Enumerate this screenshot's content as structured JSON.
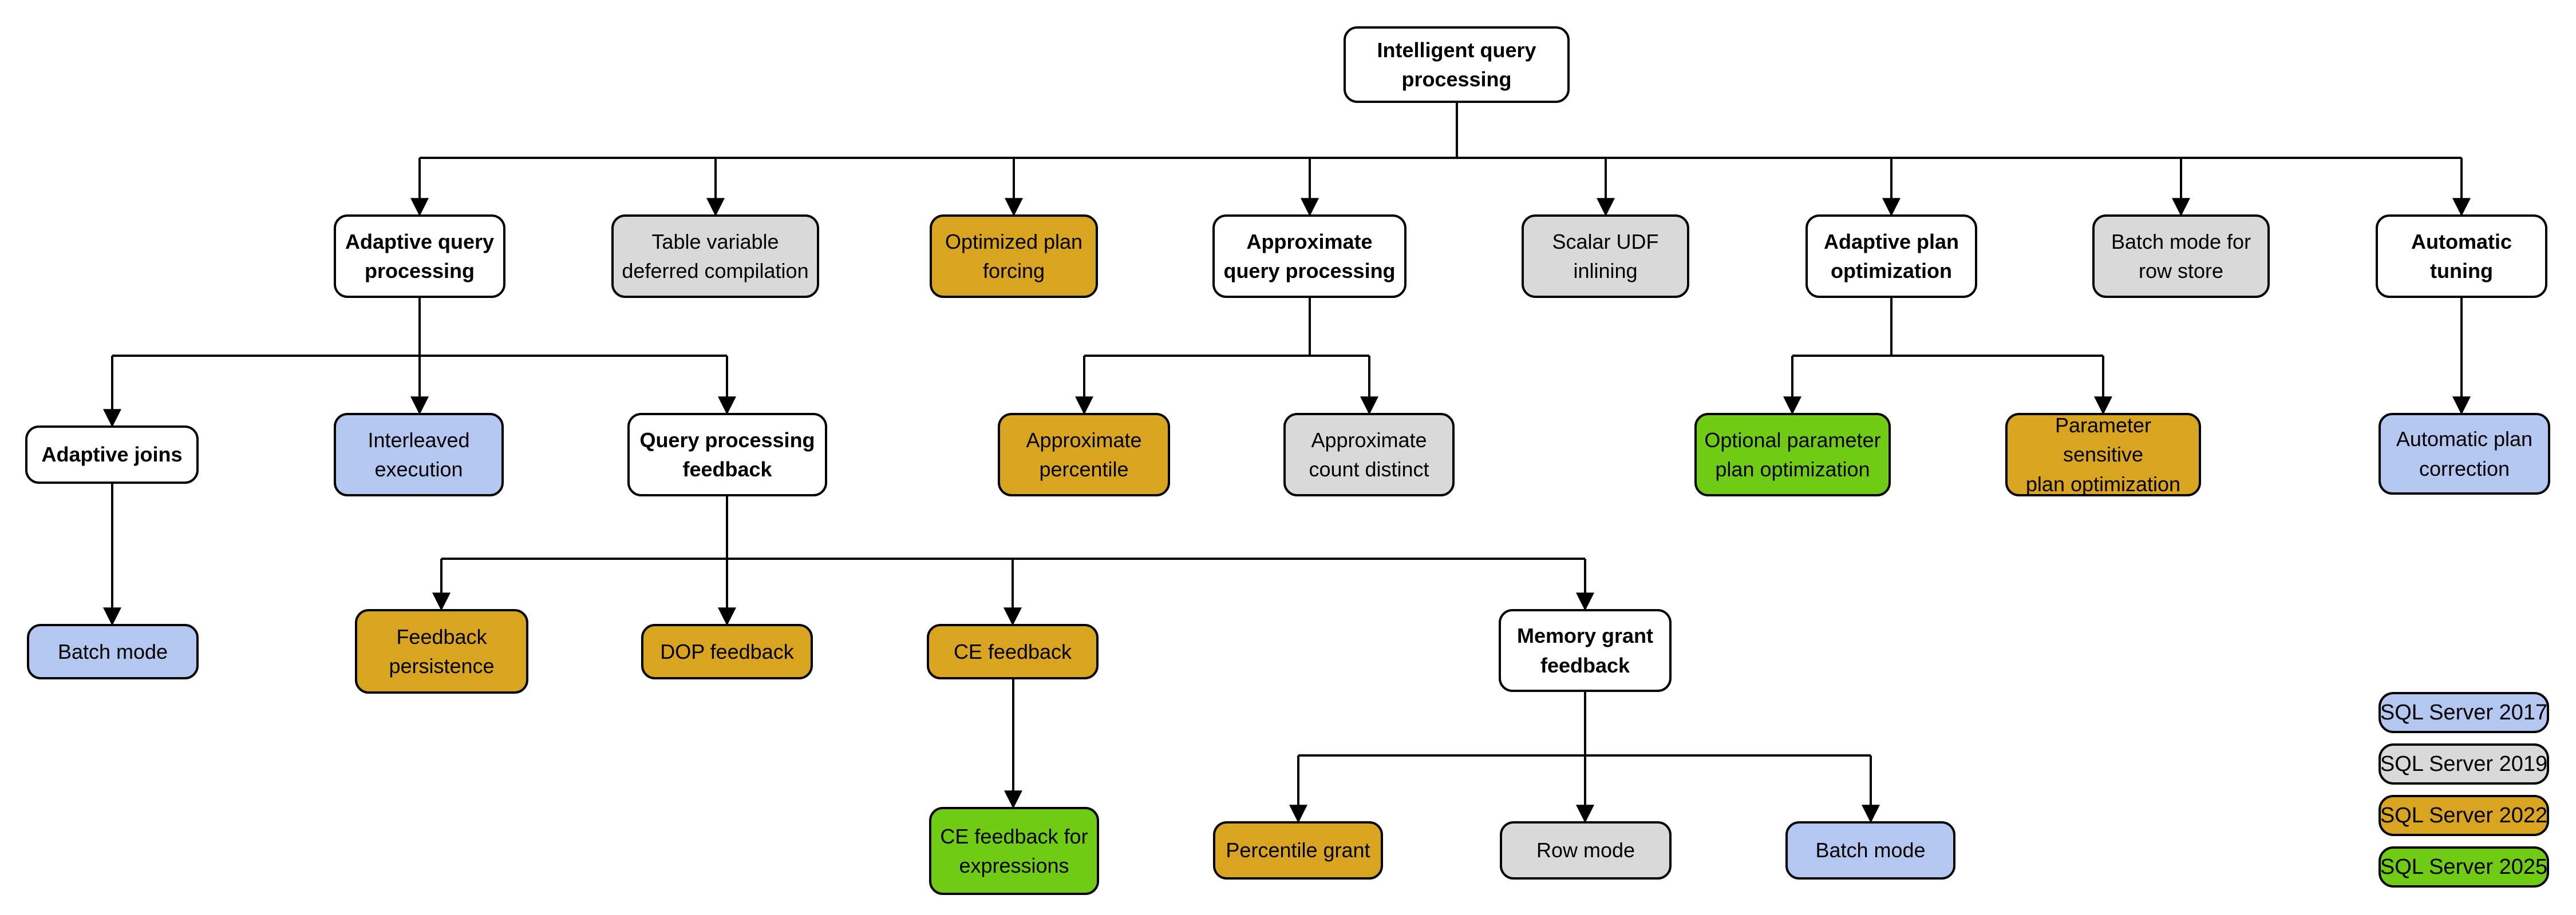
{
  "palette": {
    "category_white": "#FFFFFF",
    "sql_server_2017_blue": "#B3C7F0",
    "sql_server_2019_gray": "#D9D9D9",
    "sql_server_2022_gold": "#D9A521",
    "sql_server_2025_green": "#6FCB13",
    "line_black": "#000000",
    "background": "#FFFFFF"
  },
  "nodes": [
    {
      "id": "intelligent-query-processing",
      "label": "Intelligent query\nprocessing",
      "fill": "#FFFFFF"
    },
    {
      "id": "adaptive-query-processing",
      "label": "Adaptive query\nprocessing",
      "fill": "#FFFFFF"
    },
    {
      "id": "table-variable-deferred-compilation",
      "label": "Table variable\ndeferred compilation",
      "fill": "#D9D9D9"
    },
    {
      "id": "optimized-plan-forcing",
      "label": "Optimized plan\nforcing",
      "fill": "#D9A521"
    },
    {
      "id": "approximate-query-processing",
      "label": "Approximate\nquery processing",
      "fill": "#FFFFFF"
    },
    {
      "id": "scalar-udf-inlining",
      "label": "Scalar UDF\ninlining",
      "fill": "#D9D9D9"
    },
    {
      "id": "adaptive-plan-optimization",
      "label": "Adaptive plan\noptimization",
      "fill": "#FFFFFF"
    },
    {
      "id": "batch-mode-for-row-store",
      "label": "Batch mode for\nrow store",
      "fill": "#D9D9D9"
    },
    {
      "id": "automatic-tuning",
      "label": "Automatic\ntuning",
      "fill": "#FFFFFF"
    },
    {
      "id": "adaptive-joins",
      "label": "Adaptive joins",
      "fill": "#FFFFFF"
    },
    {
      "id": "interleaved-execution",
      "label": "Interleaved\nexecution",
      "fill": "#B3C7F0"
    },
    {
      "id": "query-processing-feedback",
      "label": "Query processing\nfeedback",
      "fill": "#FFFFFF"
    },
    {
      "id": "approximate-percentile",
      "label": "Approximate\npercentile",
      "fill": "#D9A521"
    },
    {
      "id": "approximate-count-distinct",
      "label": "Approximate\ncount distinct",
      "fill": "#D9D9D9"
    },
    {
      "id": "optional-parameter-plan-optimization",
      "label": "Optional parameter\nplan optimization",
      "fill": "#6FCB13"
    },
    {
      "id": "parameter-sensitive-plan-optimization",
      "label": "Parameter sensitive\nplan optimization",
      "fill": "#D9A521"
    },
    {
      "id": "automatic-plan-correction",
      "label": "Automatic plan\ncorrection",
      "fill": "#B3C7F0"
    },
    {
      "id": "batch-mode-under-adaptive-joins",
      "label": "Batch mode",
      "fill": "#B3C7F0"
    },
    {
      "id": "feedback-persistence",
      "label": "Feedback\npersistence",
      "fill": "#D9A521"
    },
    {
      "id": "dop-feedback",
      "label": "DOP feedback",
      "fill": "#D9A521"
    },
    {
      "id": "ce-feedback",
      "label": "CE feedback",
      "fill": "#D9A521"
    },
    {
      "id": "memory-grant-feedback",
      "label": "Memory grant\nfeedback",
      "fill": "#FFFFFF"
    },
    {
      "id": "ce-feedback-for-expressions",
      "label": "CE feedback for\nexpressions",
      "fill": "#6FCB13"
    },
    {
      "id": "percentile-grant",
      "label": "Percentile grant",
      "fill": "#D9A521"
    },
    {
      "id": "row-mode",
      "label": "Row mode",
      "fill": "#D9D9D9"
    },
    {
      "id": "batch-mode-under-memory-grant",
      "label": "Batch mode",
      "fill": "#B3C7F0"
    }
  ],
  "legend": {
    "items": [
      {
        "label": "SQL Server 2017",
        "fill": "#B3C7F0"
      },
      {
        "label": "SQL Server 2019",
        "fill": "#D9D9D9"
      },
      {
        "label": "SQL Server 2022",
        "fill": "#D9A521"
      },
      {
        "label": "SQL Server 2025",
        "fill": "#6FCB13"
      }
    ]
  }
}
